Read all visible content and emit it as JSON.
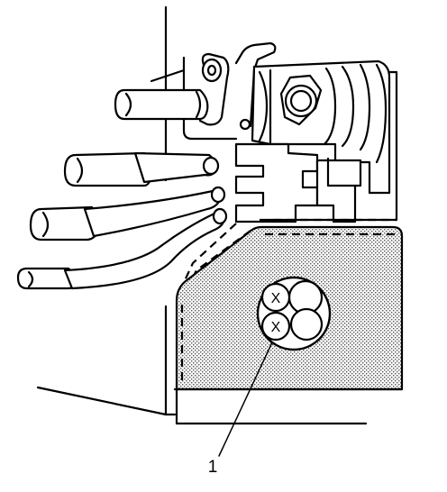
{
  "callouts": [
    {
      "label": "1"
    }
  ],
  "marks": {
    "x_upper": "X",
    "x_lower": "X"
  },
  "colors": {
    "line": "#000000",
    "shading": "#bdbdbd",
    "background": "#ffffff"
  }
}
